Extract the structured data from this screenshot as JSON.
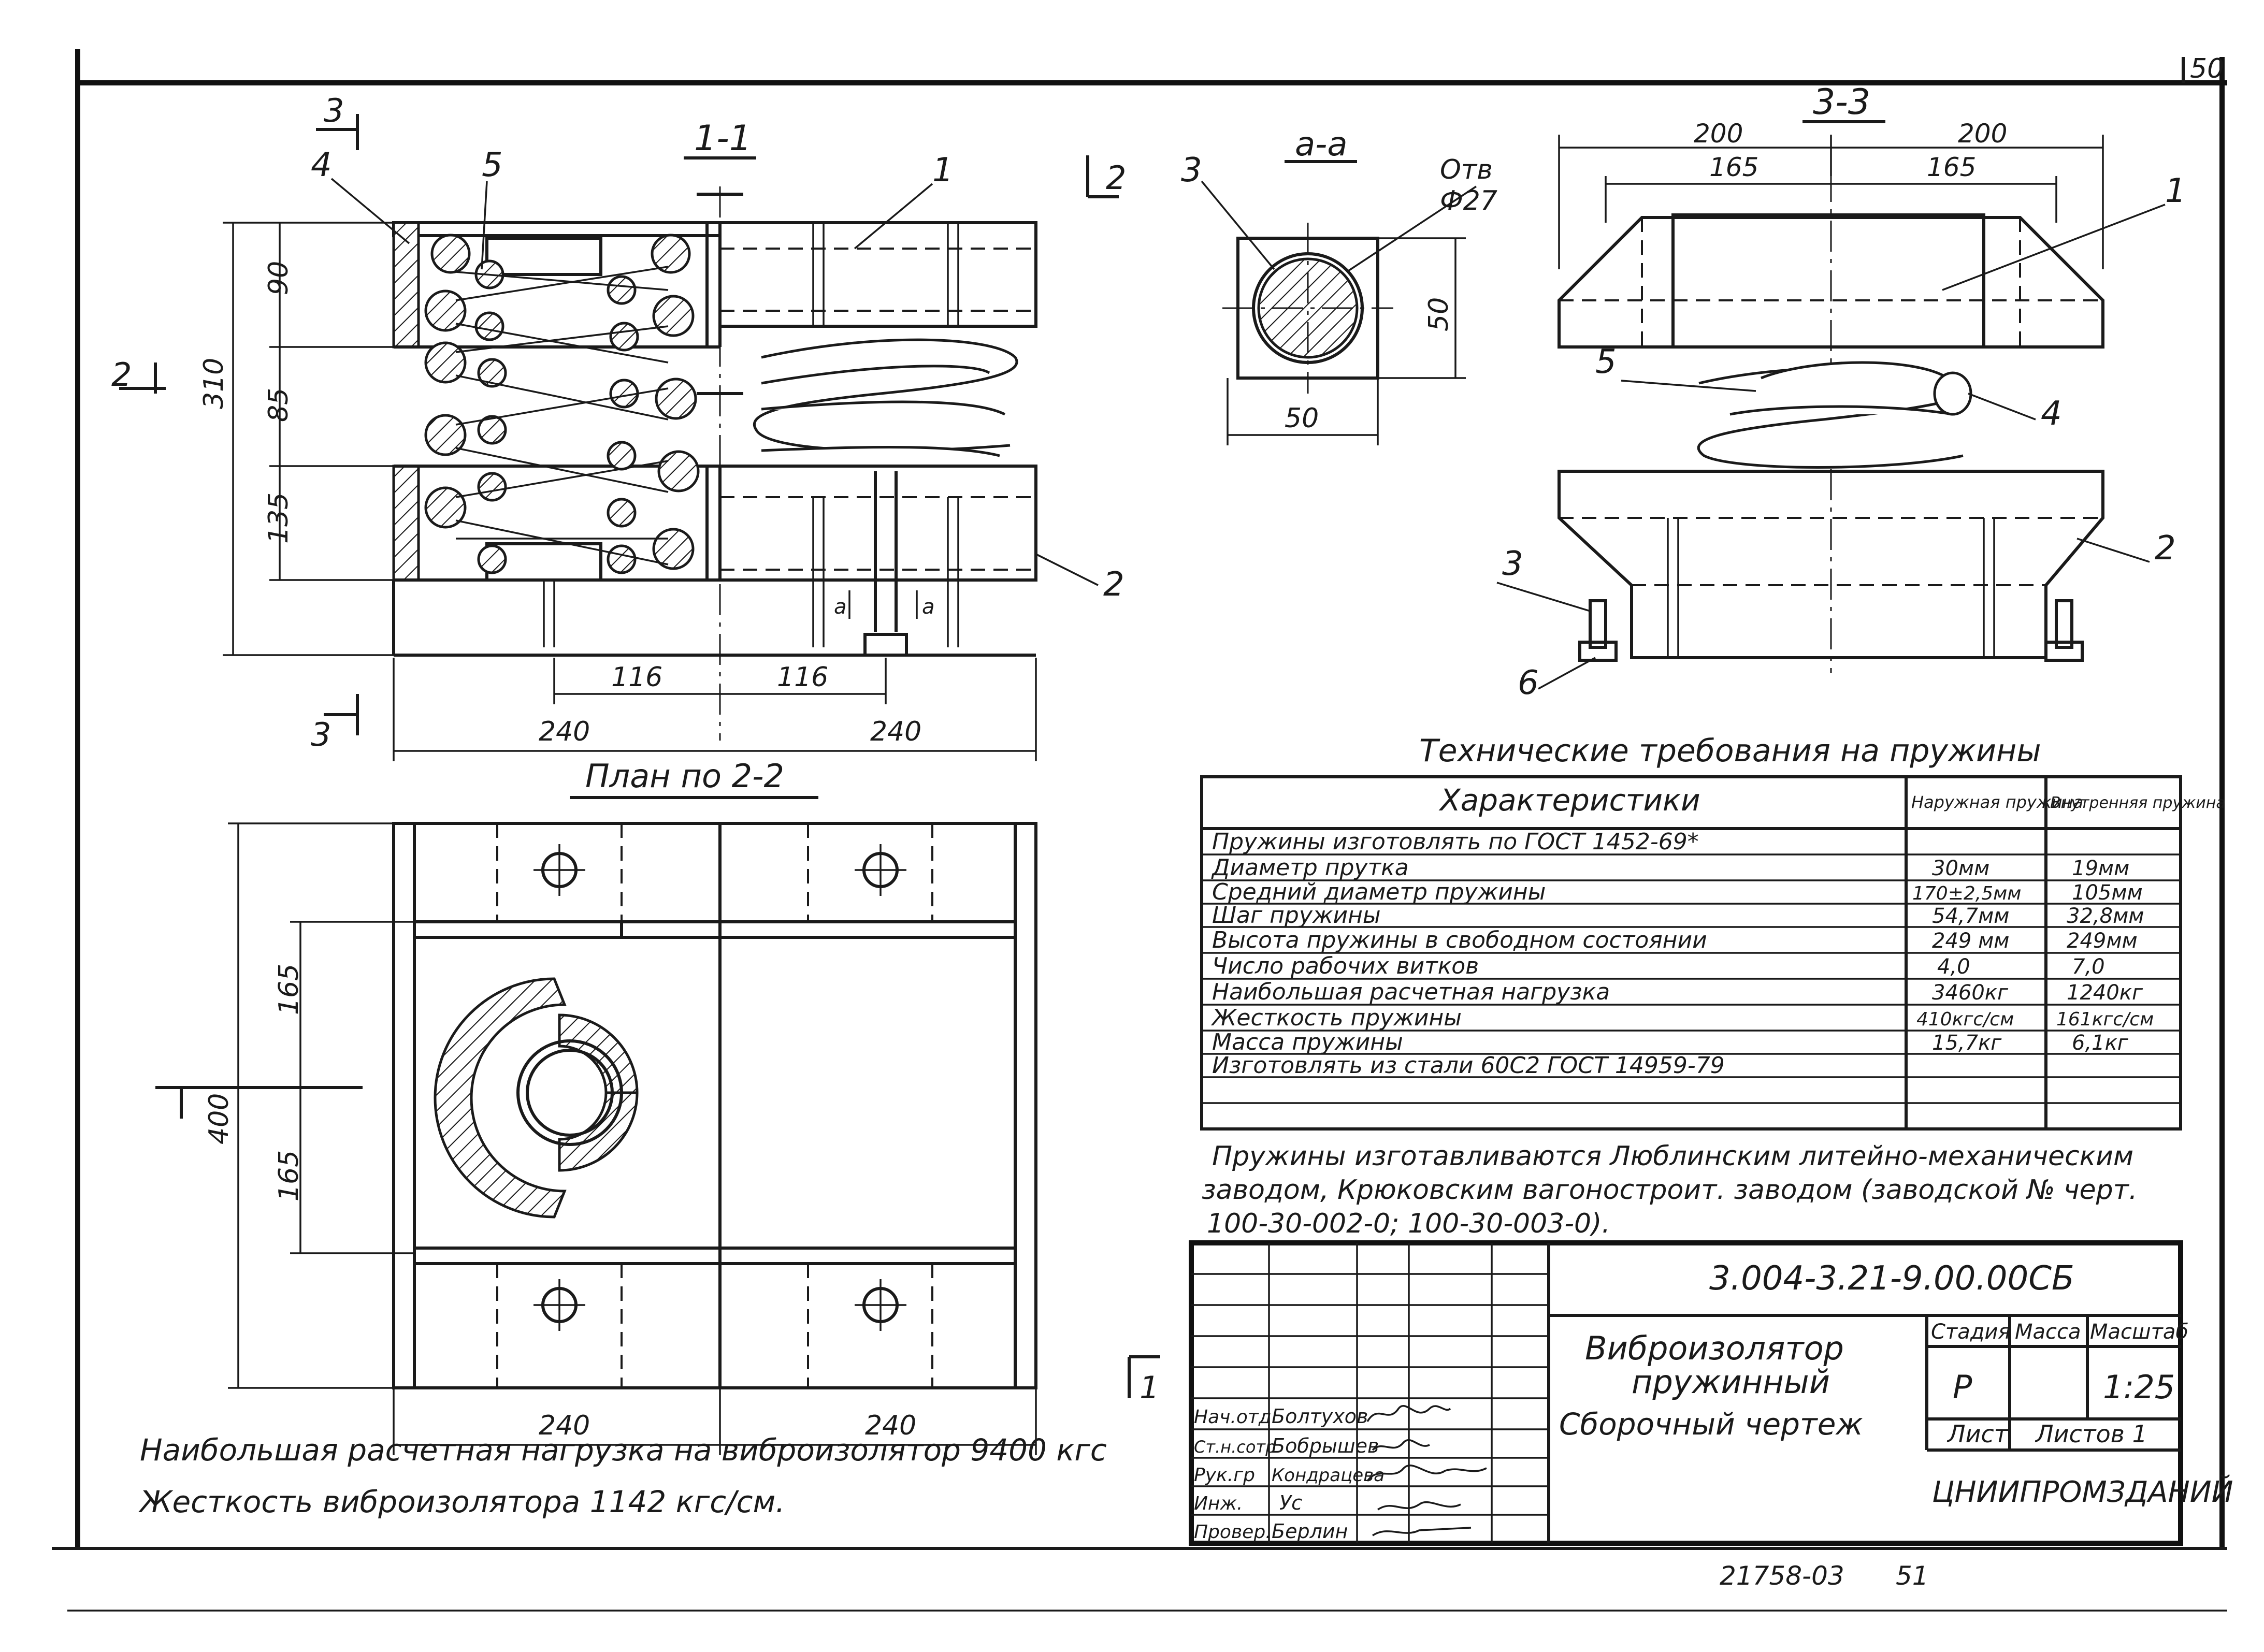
{
  "sheet_number": "50",
  "sections": {
    "s11": "1-1",
    "aa": "a-a",
    "s33": "3-3",
    "plan": "План по 2-2"
  },
  "marks": {
    "m3": "3",
    "m2": "2"
  },
  "callouts": [
    "1",
    "2",
    "3",
    "4",
    "5",
    "6"
  ],
  "dimensions": {
    "d90": "90",
    "d85": "85",
    "d135": "135",
    "d310": "310",
    "d116": "116",
    "d240": "240",
    "d200": "200",
    "d165": "165",
    "d50": "50",
    "d400": "400",
    "hole_label": "Отв",
    "hole_dia": "Ф27",
    "a": "а"
  },
  "spec": {
    "title": "Технические требования на пружины",
    "col_char": "Характеристики",
    "col_outer": "Наружная пружина",
    "col_inner": "Внутренняя пружина",
    "rows": [
      {
        "name": "Пружины изготовлять по ГОСТ 1452-69*",
        "outer": "",
        "inner": ""
      },
      {
        "name": "Диаметр прутка",
        "outer": "30мм",
        "inner": "19мм"
      },
      {
        "name": "Средний диаметр пружины",
        "outer": "170±2,5мм",
        "inner": "105мм"
      },
      {
        "name": "Шаг пружины",
        "outer": "54,7мм",
        "inner": "32,8мм"
      },
      {
        "name": "Высота пружины в свободном состоянии",
        "outer": "249 мм",
        "inner": "249мм"
      },
      {
        "name": "Число рабочих витков",
        "outer": "4,0",
        "inner": "7,0"
      },
      {
        "name": "Наибольшая расчетная нагрузка",
        "outer": "3460кг",
        "inner": "1240кг"
      },
      {
        "name": "Жесткость пружины",
        "outer": "410кгс/см",
        "inner": "161кгс/см"
      },
      {
        "name": "Масса пружины",
        "outer": "15,7кг",
        "inner": "6,1кг"
      },
      {
        "name": "Изготовлять из стали 60С2 ГОСТ 14959-79",
        "outer": "",
        "inner": ""
      }
    ]
  },
  "note": {
    "line1": "Пружины изготавливаются Люблинским литейно-механическим",
    "line2": "заводом, Крюковским вагоностроит. заводом (заводской № черт.",
    "line3": "100-30-002-0; 100-30-003-0)."
  },
  "title_block": {
    "code": "3.004-3.21-9.00.00СБ",
    "name1": "Виброизолятор",
    "name2": "пружинный",
    "name3": "Сборочный чертеж",
    "stage_label": "Стадия",
    "mass_label": "Масса",
    "scale_label": "Масштаб",
    "stage": "Р",
    "scale": "1:25",
    "sheet_label": "Лист",
    "sheets_label": "Листов 1",
    "org": "ЦНИИПРОМЗДАНИЙ",
    "roles": [
      {
        "role": "Нач.отд",
        "name": "Болтухов"
      },
      {
        "role": "Ст.н.сотр",
        "name": "Бобрышев"
      },
      {
        "role": "Рук.гр",
        "name": "Кондрацева"
      },
      {
        "role": "Инж.",
        "name": "Ус"
      },
      {
        "role": "Провер.",
        "name": "Берлин"
      }
    ]
  },
  "bottom_note": {
    "line1": "Наибольшая расчетная нагрузка на виброизолятор 9400 кгс",
    "line2": "Жесткость виброизолятора 1142 кгс/см."
  },
  "footer": {
    "inv": "21758-03",
    "page": "51"
  }
}
